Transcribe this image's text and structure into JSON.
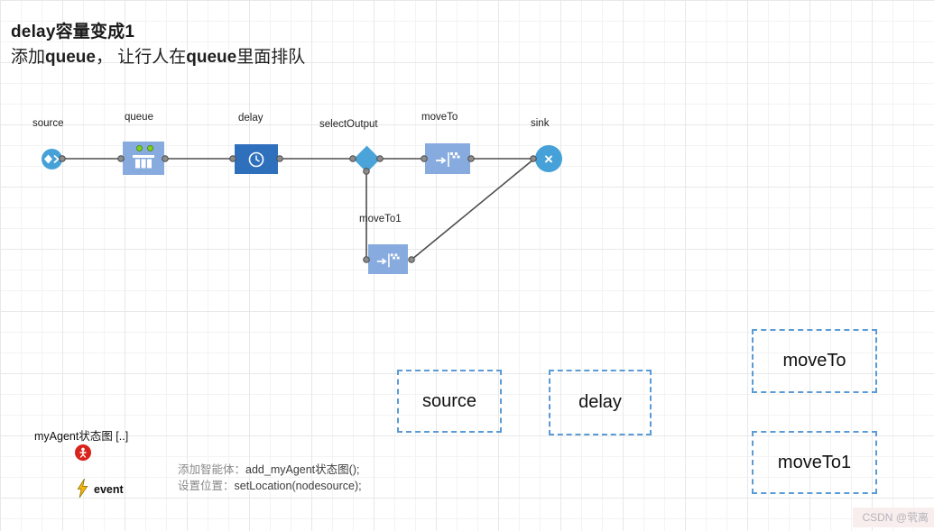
{
  "header": {
    "line1": "delay容量变成1",
    "l2": [
      "添加",
      "queue",
      "，  让行人在",
      "queue",
      "里面排队"
    ]
  },
  "flow": {
    "source": {
      "label": "source"
    },
    "queue": {
      "label": "queue"
    },
    "delay": {
      "label": "delay"
    },
    "selectOutput": {
      "label": "selectOutput"
    },
    "moveTo": {
      "label": "moveTo"
    },
    "sink": {
      "label": "sink"
    },
    "moveTo1": {
      "label": "moveTo1"
    }
  },
  "area_nodes": {
    "source": "source",
    "delay": "delay",
    "moveTo": "moveTo",
    "moveTo1": "moveTo1"
  },
  "statechart": {
    "title": "myAgent状态图 [..]",
    "event_label": "event"
  },
  "notes": {
    "add_label": "添加智能体：",
    "add_code": "add_myAgent状态图();",
    "loc_label": "设置位置：",
    "loc_code": "setLocation(nodesource);"
  },
  "watermark": "CSDN @茕离",
  "colors": {
    "block_light_blue": "#87abdf",
    "block_dark_blue": "#2f70bd",
    "round_node_blue": "#45a1d8",
    "diamond_blue": "#4aa4da",
    "dashed_border_blue": "#5b9bd5",
    "connector_gray": "#4d4d4d",
    "port_gray": "#8c8c8c",
    "green_dot": "#7ed321",
    "event_yellow": "#f6b40e",
    "agent_red": "#d8231c"
  }
}
